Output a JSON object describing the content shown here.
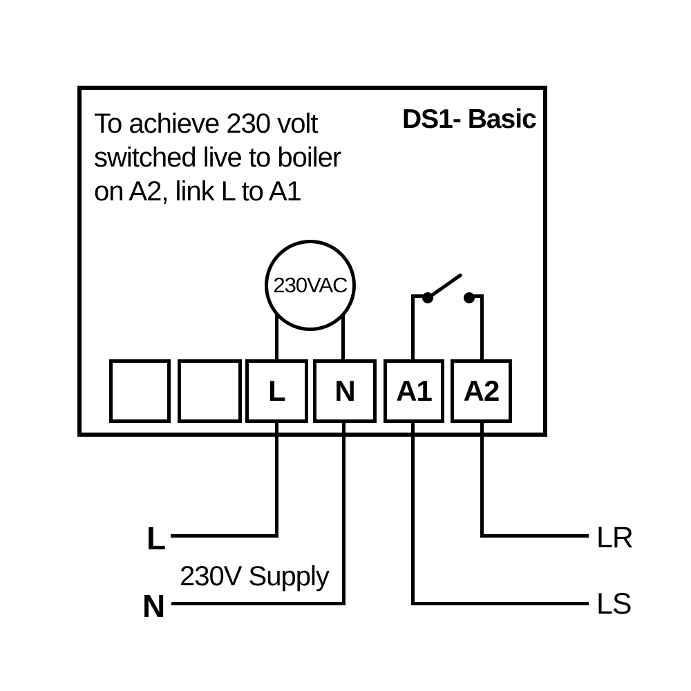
{
  "colors": {
    "line": "#000000",
    "background": "#ffffff"
  },
  "device": {
    "title": "DS1- Basic",
    "note_lines": [
      "To achieve 230 volt",
      "switched live to boiler",
      "on A2, link L to A1"
    ]
  },
  "source": {
    "label": "230VAC"
  },
  "terminals": [
    {
      "label": ""
    },
    {
      "label": ""
    },
    {
      "label": "L"
    },
    {
      "label": "N"
    },
    {
      "label": "A1"
    },
    {
      "label": "A2"
    }
  ],
  "supply": {
    "live_label": "L",
    "neutral_label": "N",
    "caption": "230V Supply"
  },
  "outputs": {
    "lr_label": "LR",
    "ls_label": "LS"
  }
}
